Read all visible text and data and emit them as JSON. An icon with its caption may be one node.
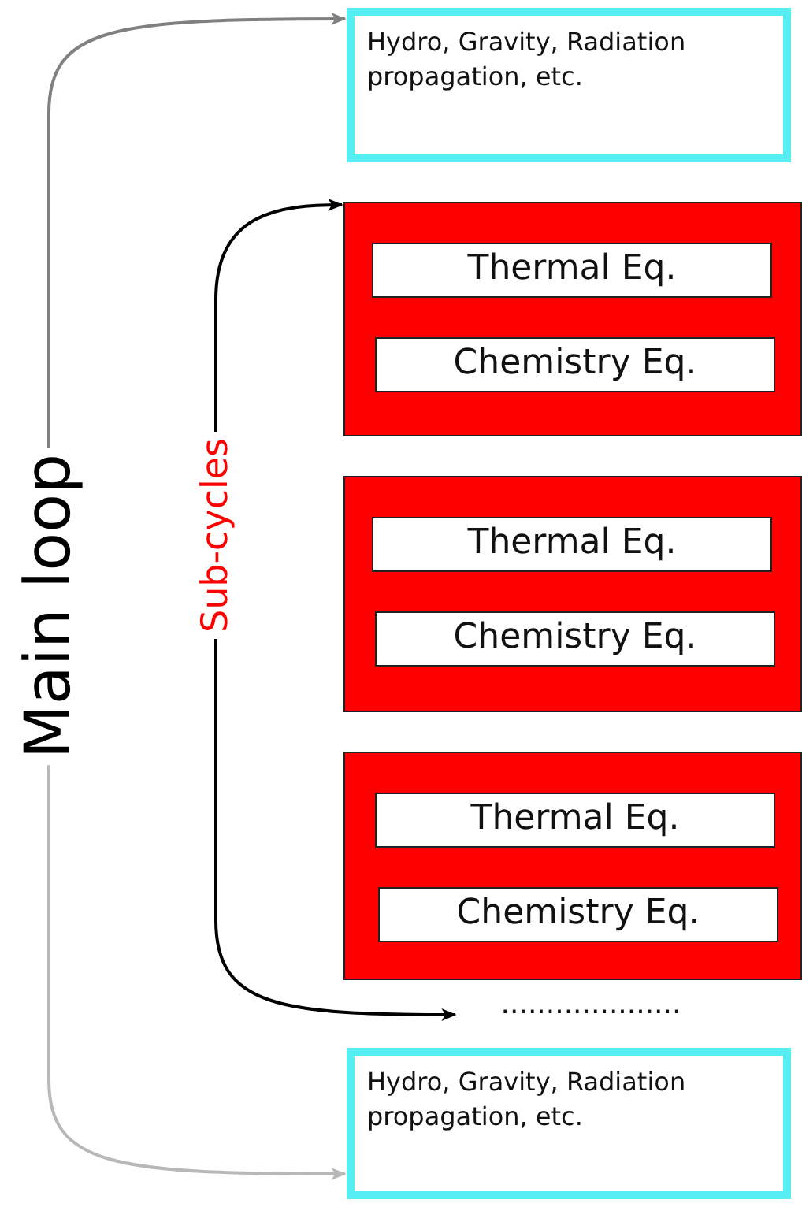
{
  "diagram": {
    "nodes": [
      {
        "text": [
          "Hydro, Gravity, Radiation propagation, etc."
        ]
      },
      {
        "text": [],
        "shape": "box"
      },
      {
        "text": [
          "Thermal Eq."
        ],
        "in": 1
      },
      {
        "text": [
          "Chemistry Eq."
        ],
        "in": 1
      },
      {
        "text": [],
        "shape": "box"
      },
      {
        "text": [
          "Thermal Eq."
        ],
        "in": 4
      },
      {
        "text": [
          "Chemistry Eq."
        ],
        "in": 4
      },
      {
        "text": [],
        "shape": "box"
      },
      {
        "text": [
          "Thermal Eq."
        ],
        "in": 7
      },
      {
        "text": [
          "Chemistry Eq."
        ],
        "in": 7
      },
      {
        "text": [
          "...................."
        ]
      },
      {
        "text": [
          "Hydro, Gravity, Radiation propagation, etc."
        ]
      },
      {
        "text": [
          "Main loop"
        ]
      },
      {
        "text": [
          "Sub-cycles"
        ]
      }
    ],
    "edges": [
      {
        "from": 12,
        "to": 0,
        "arrow": "to",
        "color": "#808080"
      },
      {
        "from": 12,
        "to": 11,
        "arrow": "to",
        "color": "#b8b8b8"
      },
      {
        "from": 13,
        "to": 1,
        "arrow": "to"
      },
      {
        "from": 13,
        "to": 10,
        "arrow": "to"
      }
    ]
  }
}
